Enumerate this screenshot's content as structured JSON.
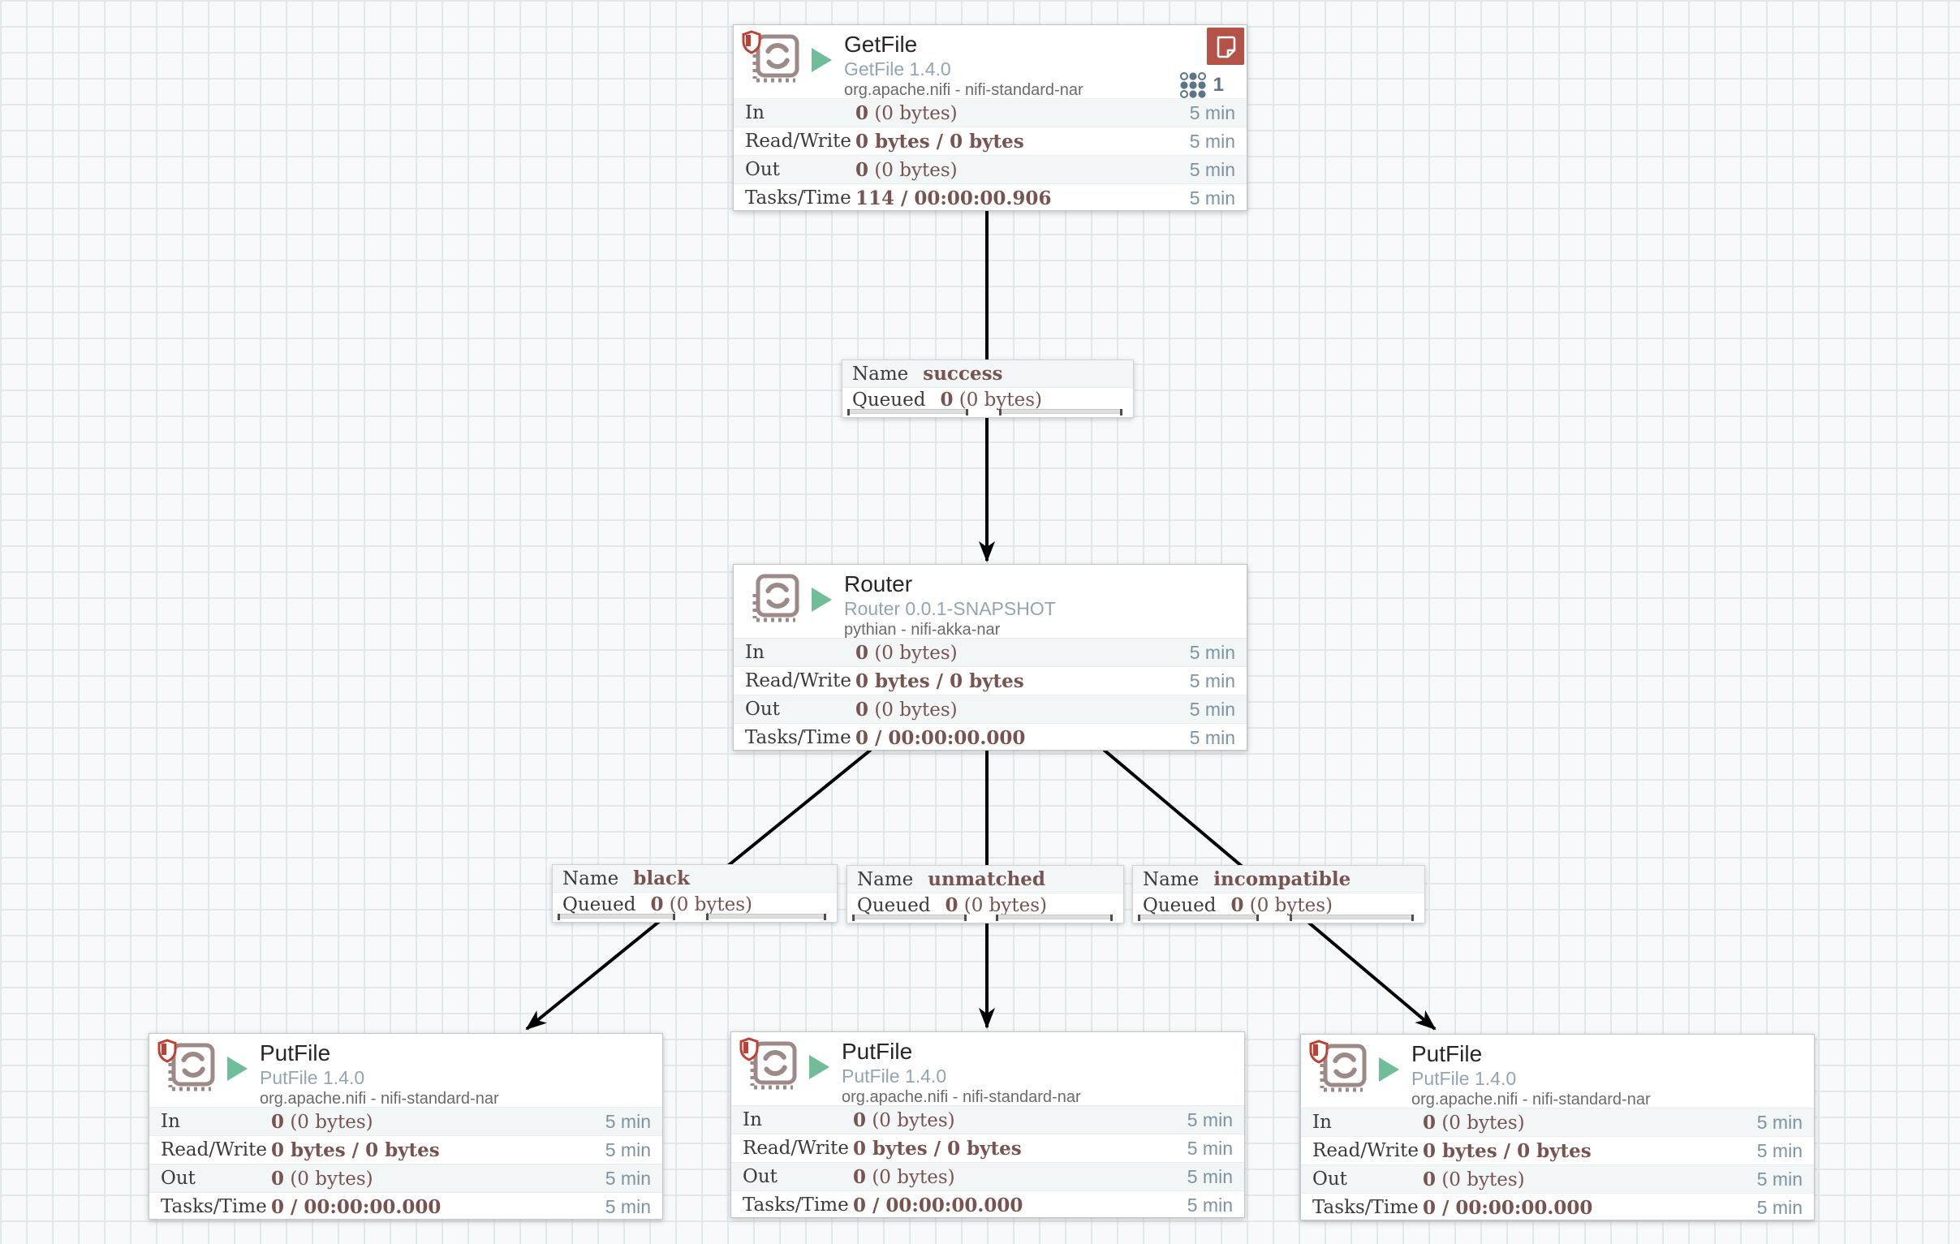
{
  "colors": {
    "canvas_bg": "#f7f9fa",
    "grid_line": "#e2e9ec",
    "stat_value": "#775351",
    "stat_time": "#7d93a1",
    "subtitle": "#92a5b0",
    "running_green": "#70bd99",
    "badge_red": "#b45248",
    "icon_mauve": "#9d8a88",
    "restricted_red": "#bf4136",
    "cluster_slate": "#5b7584",
    "wire": "#000000"
  },
  "processors": [
    {
      "name": "GetFile",
      "version": "GetFile 1.4.0",
      "bundle": "org.apache.nifi - nifi-standard-nar",
      "cluster_count": "1",
      "stats": [
        {
          "label": "In",
          "bold": "0",
          "rest": " (0 bytes)",
          "time": "5 min"
        },
        {
          "label": "Read/Write",
          "bold": "0 bytes / 0 bytes",
          "rest": "",
          "time": "5 min"
        },
        {
          "label": "Out",
          "bold": "0",
          "rest": " (0 bytes)",
          "time": "5 min"
        },
        {
          "label": "Tasks/Time",
          "bold": "114 / 00:00:00.906",
          "rest": "",
          "time": "5 min"
        }
      ]
    },
    {
      "name": "Router",
      "version": "Router 0.0.1-SNAPSHOT",
      "bundle": "pythian - nifi-akka-nar",
      "stats": [
        {
          "label": "In",
          "bold": "0",
          "rest": " (0 bytes)",
          "time": "5 min"
        },
        {
          "label": "Read/Write",
          "bold": "0 bytes / 0 bytes",
          "rest": "",
          "time": "5 min"
        },
        {
          "label": "Out",
          "bold": "0",
          "rest": " (0 bytes)",
          "time": "5 min"
        },
        {
          "label": "Tasks/Time",
          "bold": "0 / 00:00:00.000",
          "rest": "",
          "time": "5 min"
        }
      ]
    },
    {
      "name": "PutFile",
      "version": "PutFile 1.4.0",
      "bundle": "org.apache.nifi - nifi-standard-nar",
      "stats": [
        {
          "label": "In",
          "bold": "0",
          "rest": " (0 bytes)",
          "time": "5 min"
        },
        {
          "label": "Read/Write",
          "bold": "0 bytes / 0 bytes",
          "rest": "",
          "time": "5 min"
        },
        {
          "label": "Out",
          "bold": "0",
          "rest": " (0 bytes)",
          "time": "5 min"
        },
        {
          "label": "Tasks/Time",
          "bold": "0 / 00:00:00.000",
          "rest": "",
          "time": "5 min"
        }
      ]
    },
    {
      "name": "PutFile",
      "version": "PutFile 1.4.0",
      "bundle": "org.apache.nifi - nifi-standard-nar",
      "stats": [
        {
          "label": "In",
          "bold": "0",
          "rest": " (0 bytes)",
          "time": "5 min"
        },
        {
          "label": "Read/Write",
          "bold": "0 bytes / 0 bytes",
          "rest": "",
          "time": "5 min"
        },
        {
          "label": "Out",
          "bold": "0",
          "rest": " (0 bytes)",
          "time": "5 min"
        },
        {
          "label": "Tasks/Time",
          "bold": "0 / 00:00:00.000",
          "rest": "",
          "time": "5 min"
        }
      ]
    },
    {
      "name": "PutFile",
      "version": "PutFile 1.4.0",
      "bundle": "org.apache.nifi - nifi-standard-nar",
      "stats": [
        {
          "label": "In",
          "bold": "0",
          "rest": " (0 bytes)",
          "time": "5 min"
        },
        {
          "label": "Read/Write",
          "bold": "0 bytes / 0 bytes",
          "rest": "",
          "time": "5 min"
        },
        {
          "label": "Out",
          "bold": "0",
          "rest": " (0 bytes)",
          "time": "5 min"
        },
        {
          "label": "Tasks/Time",
          "bold": "0 / 00:00:00.000",
          "rest": "",
          "time": "5 min"
        }
      ]
    }
  ],
  "connections": [
    {
      "name_label": "Name",
      "name": "success",
      "queued_label": "Queued",
      "queued_bold": "0",
      "queued_rest": " (0 bytes)"
    },
    {
      "name_label": "Name",
      "name": "black",
      "queued_label": "Queued",
      "queued_bold": "0",
      "queued_rest": " (0 bytes)"
    },
    {
      "name_label": "Name",
      "name": "unmatched",
      "queued_label": "Queued",
      "queued_bold": "0",
      "queued_rest": " (0 bytes)"
    },
    {
      "name_label": "Name",
      "name": "incompatible",
      "queued_label": "Queued",
      "queued_bold": "0",
      "queued_rest": " (0 bytes)"
    }
  ]
}
